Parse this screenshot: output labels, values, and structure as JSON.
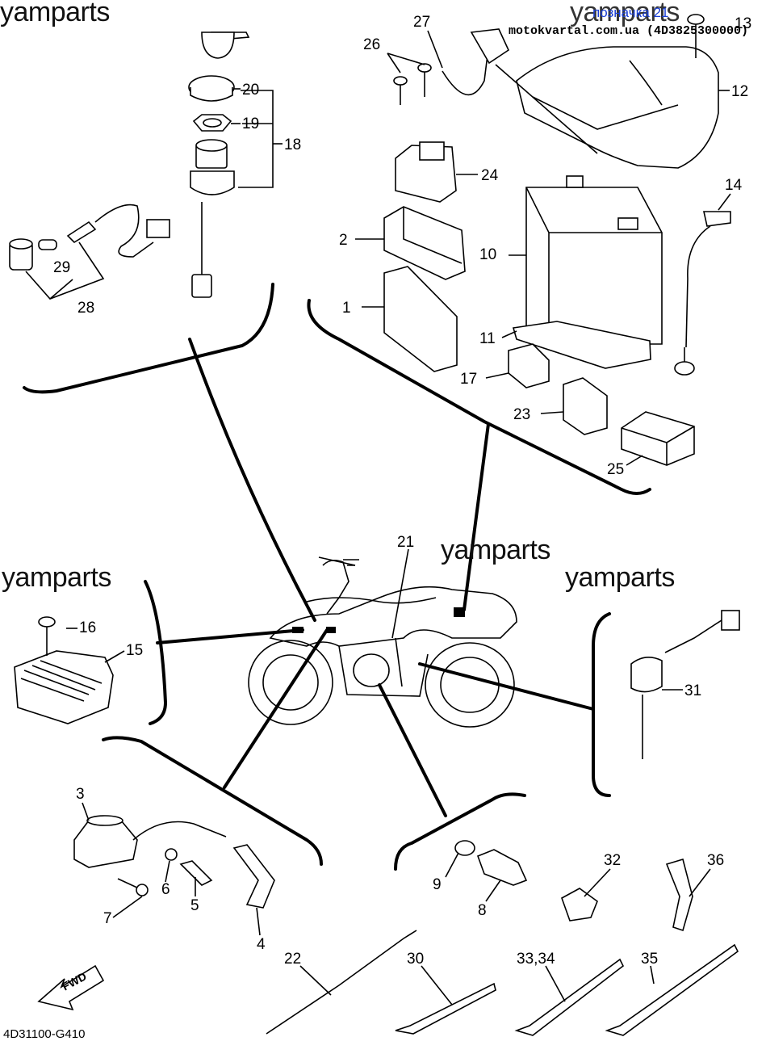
{
  "watermarks": [
    "yamparts",
    "yamparts",
    "yamparts",
    "yamparts"
  ],
  "header": {
    "page_link": "позначка 21",
    "site_text": "motokvartal.com.ua (4D3825300000)"
  },
  "diagram_code": "4D31100-G410",
  "fwd_label": "FWD",
  "callouts": {
    "n1": "1",
    "n2": "2",
    "n3": "3",
    "n4": "4",
    "n5": "5",
    "n6": "6",
    "n7": "7",
    "n8": "8",
    "n9": "9",
    "n10": "10",
    "n11": "11",
    "n12": "12",
    "n13": "13",
    "n14": "14",
    "n15": "15",
    "n16": "16",
    "n17": "17",
    "n18": "18",
    "n19": "19",
    "n20": "20",
    "n21": "21",
    "n22": "22",
    "n23": "23",
    "n24": "24",
    "n25": "25",
    "n26": "26",
    "n27": "27",
    "n28": "28",
    "n29": "29",
    "n30": "30",
    "n31": "31",
    "n32": "32",
    "n33_34": "33,34",
    "n35": "35",
    "n36": "36"
  }
}
